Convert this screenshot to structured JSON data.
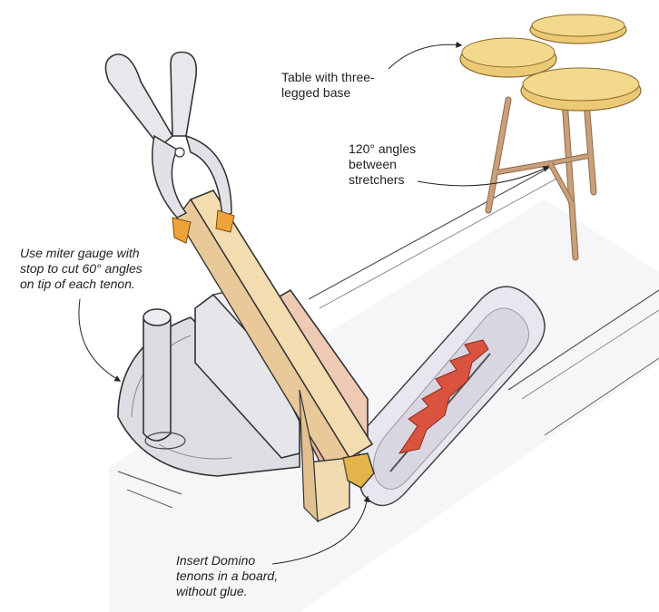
{
  "callouts": {
    "table": "Table with three-\nlegged base",
    "angles": "120° angles\nbetween\nstretchers",
    "miter": "Use miter gauge with\nstop to cut 60° angles\non tip of each tenon.",
    "domino": "Insert Domino\ntenons in a board,\nwithout glue."
  },
  "colors": {
    "table_top": "#ecca75",
    "table_leg": "#c9a07a",
    "wood_light": "#f3ddb0",
    "wood_mid": "#e9c99a",
    "fence_block": "#eec9b4",
    "tenon": "#e3b44c",
    "clamp_pad": "#f0a23a",
    "saw_blade": "#d9533f",
    "metal": "#dddde3",
    "table_surface": "#f4f4f7",
    "ink": "#333333"
  }
}
